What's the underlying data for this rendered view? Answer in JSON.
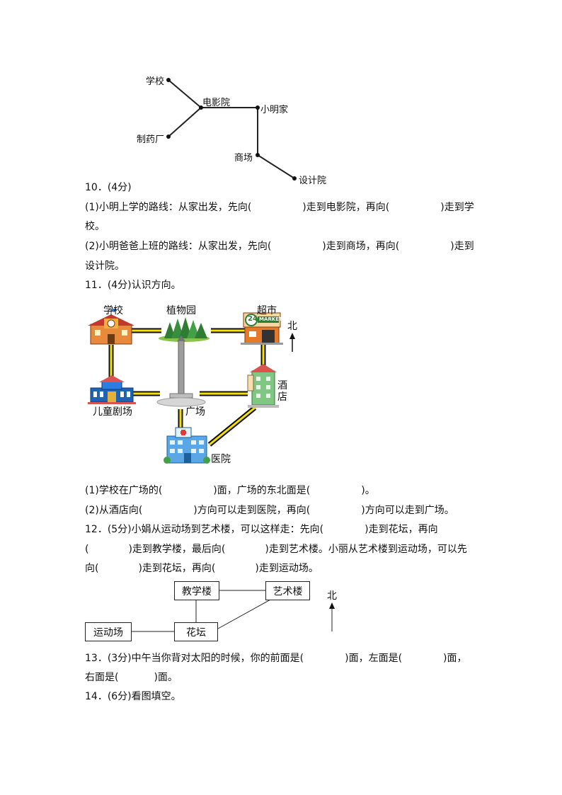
{
  "map1": {
    "school": "学校",
    "cinema": "电影院",
    "home": "小明家",
    "factory": "制药厂",
    "mall": "商场",
    "institute": "设计院"
  },
  "q10": {
    "head": "10．(4分)",
    "p1a": "(1)小明上学的路线：从家出发，先向(",
    "p1b": ")走到电影院，再向(",
    "p1c": ")走到学",
    "p1d": "校。",
    "p2a": "(2)小明爸爸上班的路线：从家出发，先向(",
    "p2b": ")走到商场，再向(",
    "p2c": ")走到",
    "p2d": "设计院。"
  },
  "q11": {
    "head": "11．(4分)认识方向。",
    "labels": {
      "school": "学校",
      "garden": "植物园",
      "market": "超市",
      "north": "北",
      "hotel1": "酒",
      "hotel2": "店",
      "theater": "儿童剧场",
      "square": "广场",
      "hospital": "医院",
      "market_sign": "24",
      "market_word": "MARKET"
    },
    "p1a": "(1)学校在广场的(",
    "p1b": ")面，广场的东北面是(",
    "p1c": ")。",
    "p2a": "(2)从酒店向(",
    "p2b": ")方向可以走到医院，再向(",
    "p2c": ")方向可以走到广场。"
  },
  "q12": {
    "l1a": "12．(5分)小娟从运动场到艺术楼，可以这样走：先向(",
    "l1b": ")走到花坛，再向",
    "l2a": "(",
    "l2b": ")走到教学楼，最后向(",
    "l2c": ")走到艺术楼。小丽从艺术楼到运动场，可以先",
    "l3a": "向(",
    "l3b": ")走到花坛，再向(",
    "l3c": ")走到运动场。",
    "boxes": {
      "teaching": "教学楼",
      "art": "艺术楼",
      "sports": "运动场",
      "flower": "花坛"
    },
    "north": "北"
  },
  "q13": {
    "l1a": "13．(3分)中午当你背对太阳的时候，你的前面是(",
    "l1b": ")面，左面是(",
    "l1c": ")面，",
    "l2a": "右面是(",
    "l2b": ")面。"
  },
  "q14": {
    "head": "14．(6分)看图填空。"
  },
  "colors": {
    "road_fill": "#f5e000",
    "ink": "#111111",
    "grass": "#4caf50"
  }
}
